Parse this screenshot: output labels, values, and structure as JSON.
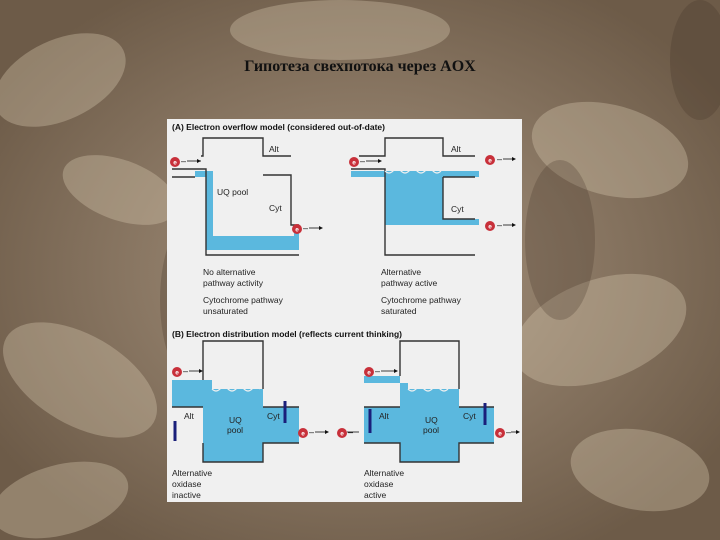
{
  "slide": {
    "title": "Гипотеза свехпотока через AOX"
  },
  "panel_a": {
    "heading": "(A)  Electron overflow model (considered out-of-date)",
    "left": {
      "alt": "Alt",
      "uq": "UQ pool",
      "cyt": "Cyt",
      "caption": [
        "No alternative",
        "pathway activity",
        "Cytochrome pathway",
        "unsaturated"
      ]
    },
    "right": {
      "alt": "Alt",
      "cyt": "Cyt",
      "caption": [
        "Alternative",
        "pathway active",
        "Cytochrome pathway",
        "saturated"
      ]
    }
  },
  "panel_b": {
    "heading": "(B)  Electron distribution model (reflects current thinking)",
    "left": {
      "alt": "Alt",
      "uq": [
        "UQ",
        "pool"
      ],
      "cyt": "Cyt",
      "caption": [
        "Alternative",
        "oxidase",
        "inactive"
      ]
    },
    "right": {
      "alt": "Alt",
      "uq": [
        "UQ",
        "pool"
      ],
      "cyt": "Cyt",
      "caption": [
        "Alternative",
        "oxidase",
        "active"
      ]
    }
  },
  "electron": {
    "symbol": "e",
    "sign": "–"
  },
  "colors": {
    "water": "#5bb8de",
    "electron": "#c8303a",
    "bar": "#1a1f7a",
    "figure_bg": "#f0f0f0"
  }
}
